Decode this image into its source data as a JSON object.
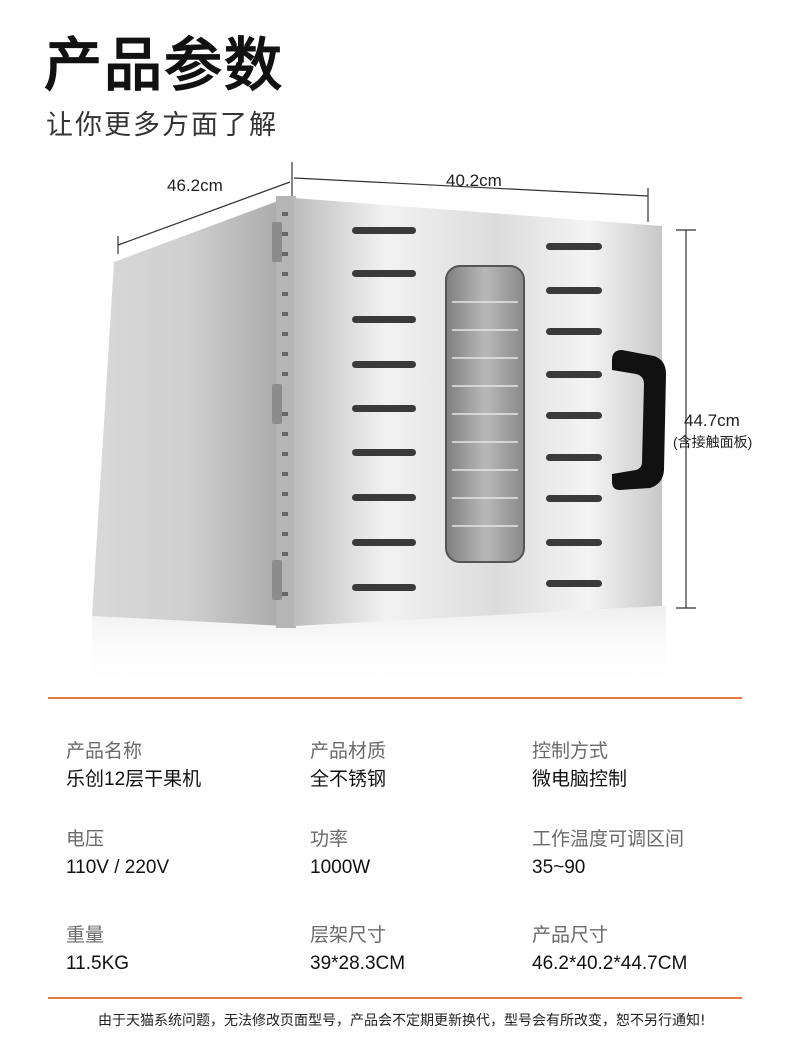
{
  "header": {
    "title": "产品参数",
    "subtitle": "让你更多方面了解"
  },
  "dimensions": {
    "depth": "46.2cm",
    "width": "40.2cm",
    "height": "44.7cm",
    "height_note": "(含接触面板)"
  },
  "specs": [
    {
      "label": "产品名称",
      "value": "乐创12层干果机"
    },
    {
      "label": "产品材质",
      "value": "全不锈钢"
    },
    {
      "label": "控制方式",
      "value": "微电脑控制"
    },
    {
      "label": "电压",
      "value": "110V / 220V"
    },
    {
      "label": "功率",
      "value": "1000W"
    },
    {
      "label": "工作温度可调区间",
      "value": "35~90"
    },
    {
      "label": "重量",
      "value": "11.5KG"
    },
    {
      "label": "层架尺寸",
      "value": "39*28.3CM"
    },
    {
      "label": "产品尺寸",
      "value": "46.2*40.2*44.7CM"
    }
  ],
  "footer": {
    "disclaimer": "由于天猫系统问题，无法修改页面型号，产品会不定期更新换代，型号会有所改变，恕不另行通知!"
  },
  "colors": {
    "accent": "#e07a3f",
    "steel_light": "#eeeeee",
    "steel_dark": "#9a9a9a",
    "handle": "#111111"
  }
}
